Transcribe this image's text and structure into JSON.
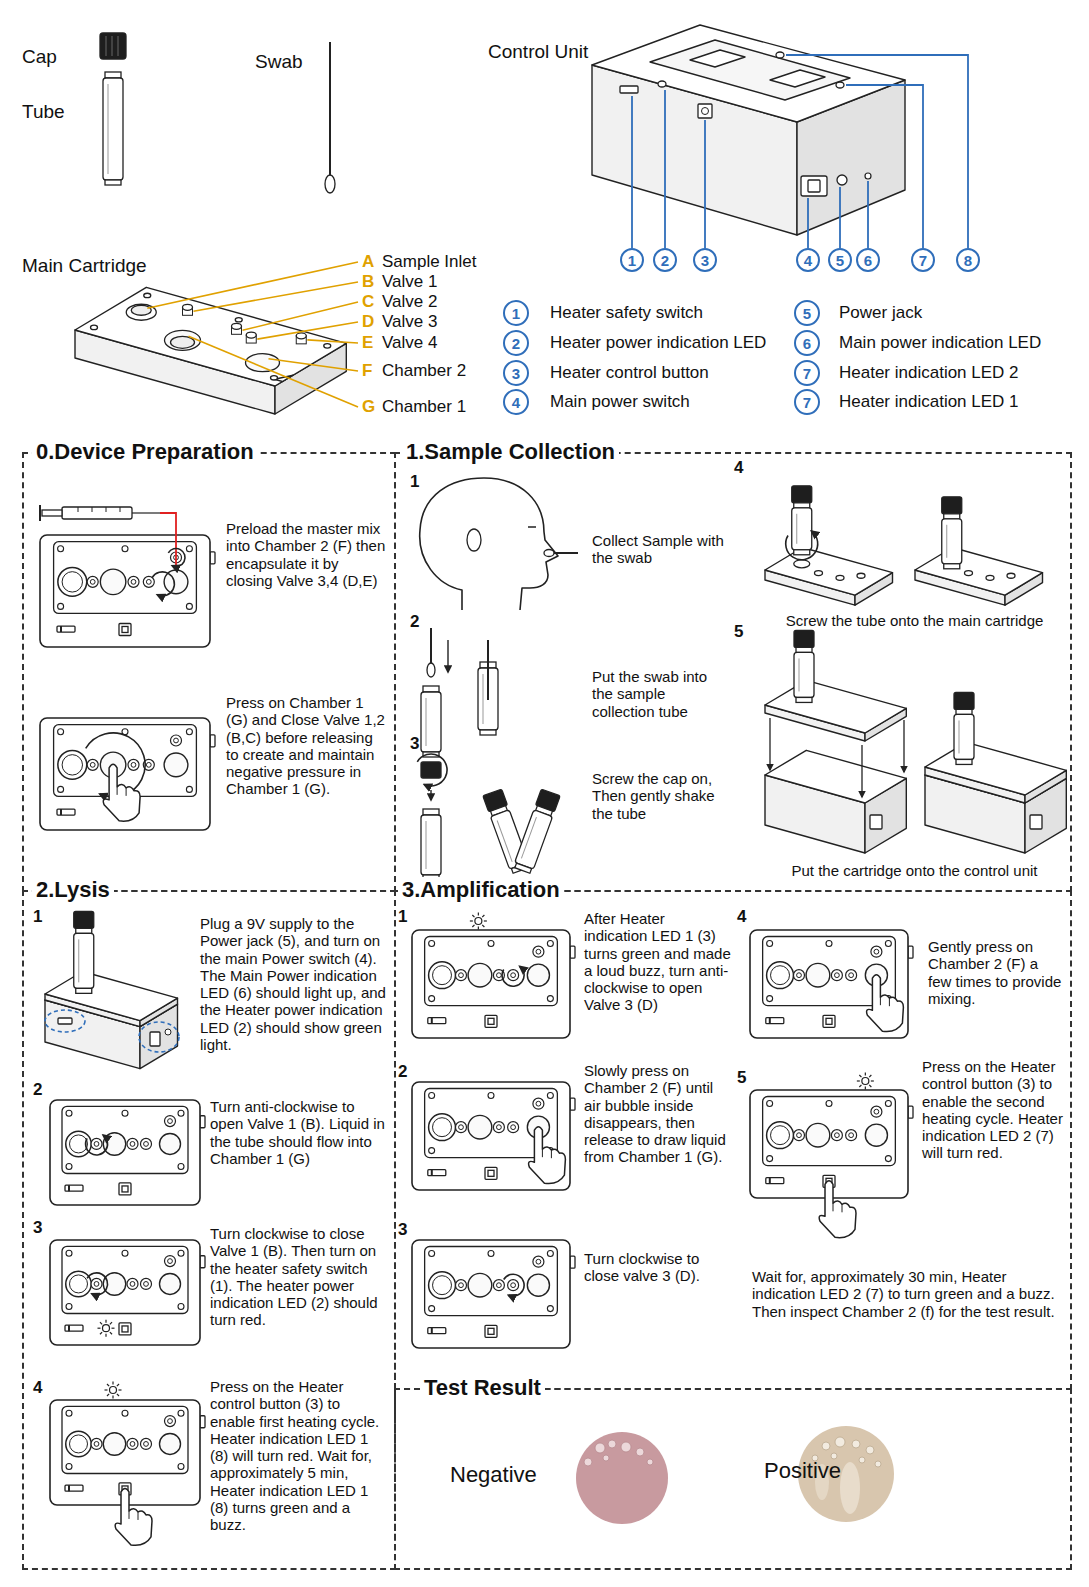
{
  "diagram": {
    "nodes": [
      {
        "text": [
          "1"
        ]
      },
      {
        "text": [
          "2"
        ]
      },
      {
        "text": [
          "3"
        ]
      },
      {
        "text": [
          "4"
        ]
      },
      {
        "text": [
          "5"
        ]
      },
      {
        "text": [
          "6"
        ]
      },
      {
        "text": [
          "7"
        ]
      },
      {
        "text": [
          "8"
        ]
      },
      {
        "text": [
          "1"
        ]
      },
      {
        "text": [
          "2"
        ]
      },
      {
        "text": [
          "3"
        ]
      },
      {
        "text": [
          "4"
        ]
      },
      {
        "text": [
          "5"
        ]
      },
      {
        "text": [
          "6"
        ]
      },
      {
        "text": [
          "7"
        ]
      },
      {
        "text": [
          "7"
        ]
      },
      {
        "text": [
          "0.Device Preparation"
        ]
      },
      {
        "text": [
          "1.Sample Collection"
        ]
      },
      {
        "text": [
          "2.Lysis"
        ]
      },
      {
        "text": [
          "3.Amplification"
        ]
      },
      {
        "text": [
          "Test Result"
        ]
      }
    ],
    "labels": [
      "Cap",
      "Tube",
      "Swab",
      "Control Unit",
      "Main Cartridge",
      "A",
      "Sample Inlet",
      "B",
      "Valve 1",
      "C",
      "Valve 2",
      "D",
      "Valve 3",
      "E",
      "Valve 4",
      "F",
      "Chamber 2",
      "G",
      "Chamber 1",
      "Heater safety switch",
      "Heater power indication LED",
      "Heater control button",
      "Main power switch",
      "Power jack",
      "Main power indication LED",
      "Heater indication LED 2",
      "Heater indication LED 1",
      "Preload the master mix into Chamber 2 (F) then encapsulate it by closing Valve 3,4 (D,E)",
      "Press on Chamber 1 (G) and Close Valve 1,2 (B,C) before releasing to create and maintain negative pressure in Chamber 1 (G).",
      "1",
      "Collect Sample with the swab",
      "2",
      "Put the swab into the sample collection tube",
      "3",
      "Screw the cap on, Then gently shake the tube",
      "4",
      "Screw the tube onto the main cartridge",
      "5",
      "Put the cartridge onto the control unit",
      "1",
      "Plug a 9V supply to the Power jack (5), and turn on the main Power switch (4). The Main Power indication LED (6) should light up, and the Heater power indication LED (2) should show green light.",
      "2",
      "Turn anti-clockwise to open Valve 1 (B). Liquid in the tube should flow into Chamber 1 (G)",
      "3",
      "Turn clockwise to close Valve 1 (B). Then turn on the heater safety switch (1). The heater power indication LED (2) should turn red.",
      "4",
      "Press on the Heater control button (3) to enable first heating cycle. Heater indication LED 1 (8) will turn red. Wait for, approximately 5 min, Heater indication LED 1 (8) turns green and a buzz.",
      "1",
      "After Heater indication LED 1 (3) turns green and made a loud buzz, turn anti-clockwise to open Valve 3 (D)",
      "2",
      "Slowly press on Chamber 2 (F) until air bubble inside disappears, then release to draw liquid from Chamber 1 (G).",
      "3",
      "Turn clockwise to close valve 3 (D).",
      "4",
      "Gently press on Chamber 2 (F) a few times to provide mixing.",
      "5",
      "Press on the Heater control button (3) to enable the second heating cycle. Heater indication LED 2 (7) will turn red.",
      "Wait for, approximately 30 min, Heater indication LED 2 (7) to turn green and a buzz. Then inspect Chamber 2 (f) for the test result.",
      "Negative",
      "Positive"
    ]
  }
}
